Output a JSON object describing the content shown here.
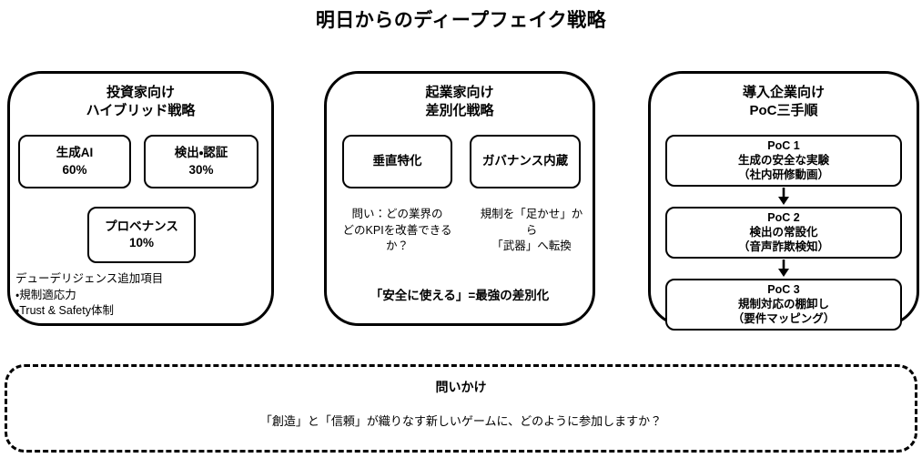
{
  "title": "明日からのディープフェイク戦略",
  "panels": [
    {
      "header": "投資家向け\nハイブリッド戦略",
      "chips": [
        {
          "label": "生成AI\n60%"
        },
        {
          "label": "検出・認証\n30%"
        },
        {
          "label": "プロベナンス\n10%"
        }
      ],
      "notes": "デューデリジェンス追加項目\n・規制適応力\n・Trust & Safety体制"
    },
    {
      "header": "起業家向け\n差別化戦略",
      "chips": [
        {
          "label": "垂直特化"
        },
        {
          "label": "ガバナンス内蔵"
        }
      ],
      "question_left": "問い：どの業界の\nどのKPIを改善できる\nか？",
      "question_right": "規制を「足かせ」か\nら\n「武器」へ転換",
      "footnote": "「安全に使える」=最強の差別化"
    },
    {
      "header": "導入企業向け\nPoC三手順",
      "steps": [
        {
          "label": "PoC 1\n生成の安全な実験\n（社内研修動画）"
        },
        {
          "label": "PoC 2\n検出の常設化\n（音声詐欺検知）"
        },
        {
          "label": "PoC 3\n規制対応の棚卸し\n（要件マッピング）"
        }
      ]
    }
  ],
  "callout": {
    "title": "問いかけ",
    "text": "「創造」と「信頼」が織りなす新しいゲームに、どのように参加しますか？"
  },
  "colors": {
    "ink": "#000000",
    "background": "#ffffff"
  }
}
